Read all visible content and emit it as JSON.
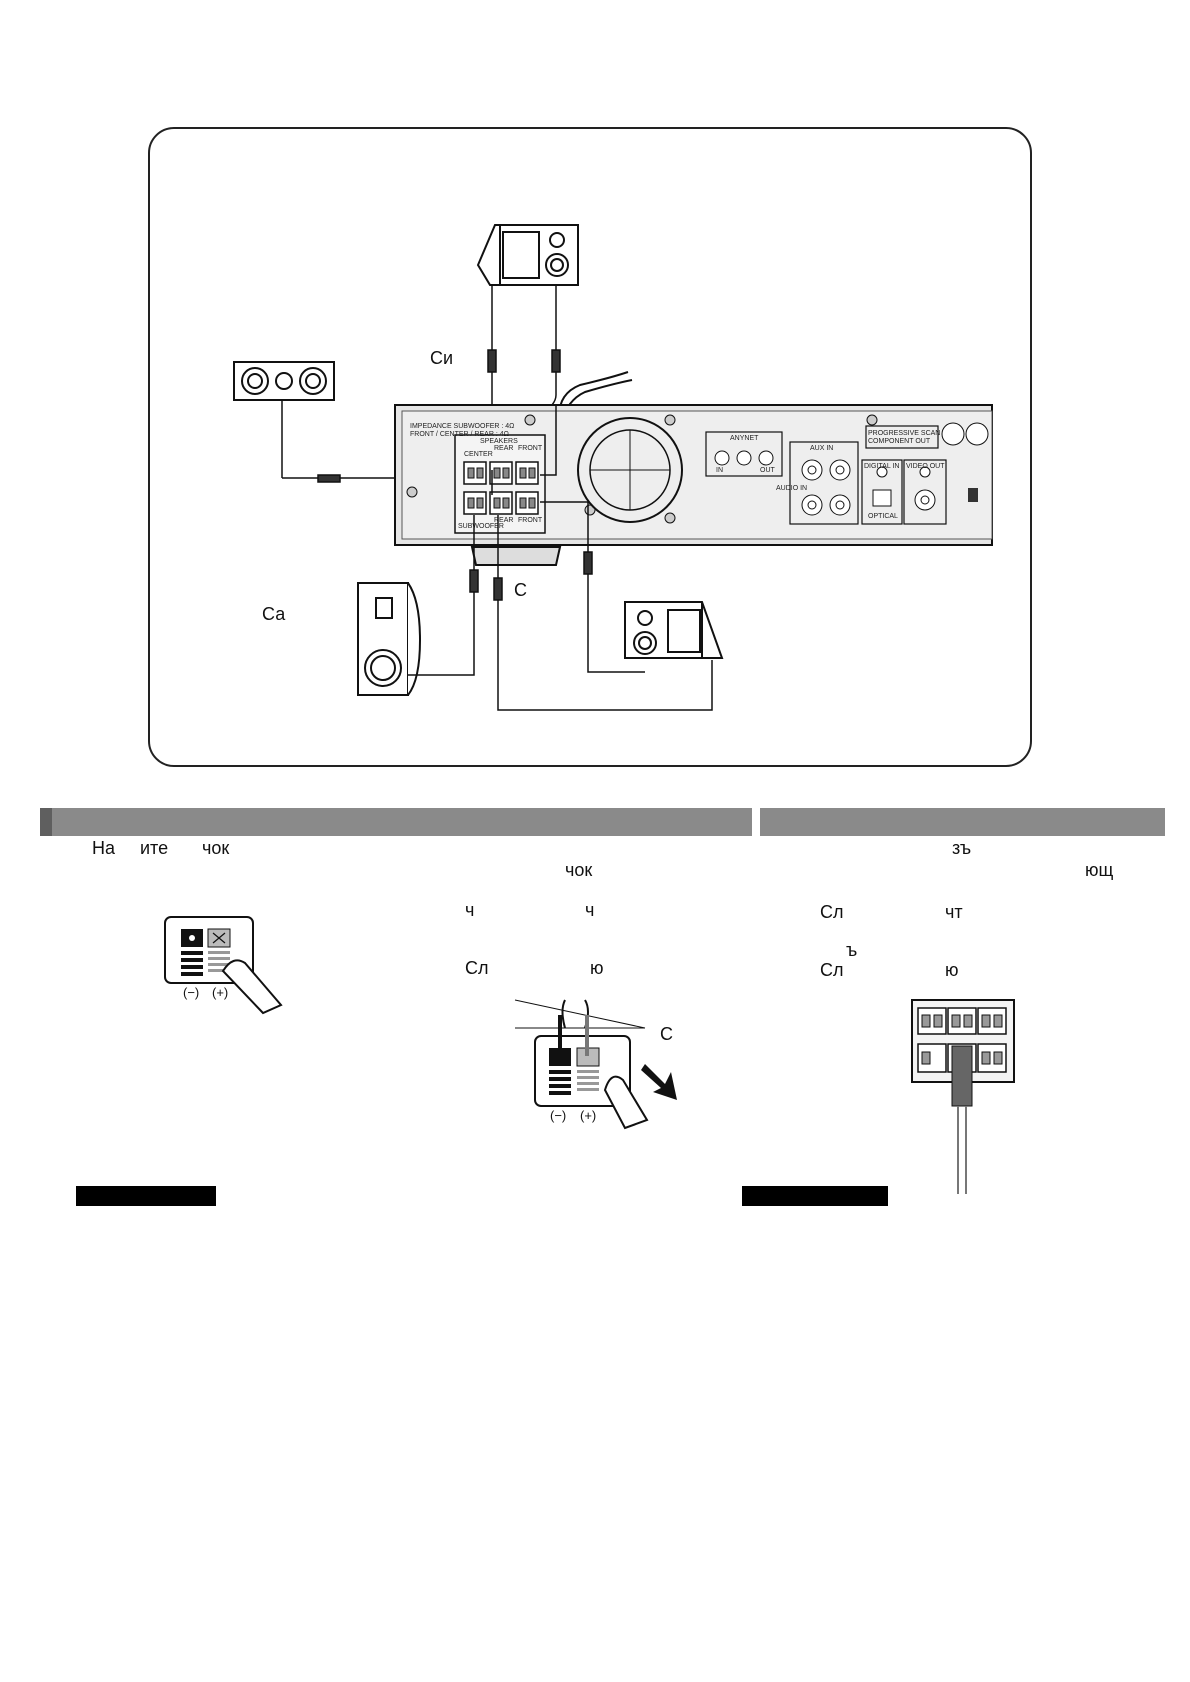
{
  "diagram": {
    "label_si": "Си",
    "label_ca": "Са",
    "label_c": "С",
    "receiver": {
      "impedance": "IMPEDANCE SUBWOOFER : 4Ω",
      "impedance2": "FRONT / CENTER / REAR : 4Ω",
      "speakers": "SPEAKERS",
      "center": "CENTER",
      "rear_l": "REAR",
      "front_l": "FRONT",
      "subwoofer": "SUBWOOFER",
      "rear_r": "REAR",
      "front_r": "FRONT",
      "anynet": "ANYNET",
      "anynet_in": "IN",
      "anynet_out": "OUT",
      "aux_in": "AUX IN",
      "audio_in": "AUDIO IN",
      "digital_in": "DIGITAL IN",
      "optical": "OPTICAL",
      "video_out": "VIDEO OUT",
      "progressive": "PROGRESSIVE SCAN",
      "component_out": "COMPONENT OUT"
    }
  },
  "left_section": {
    "line1": [
      "На",
      "ите",
      "чок"
    ],
    "line2": "чок",
    "line3a": "ч",
    "line3b": "ч",
    "line4a": "Сл",
    "line4b": "ю",
    "label_c": "С",
    "terminal_minus": "(−)",
    "terminal_plus": "(+)"
  },
  "right_section": {
    "line1": "зъ",
    "line2": "ющ",
    "line3a": "Сл",
    "line3b": "чт",
    "line4": "ъ",
    "line5a": "Сл",
    "line5b": "ю"
  }
}
